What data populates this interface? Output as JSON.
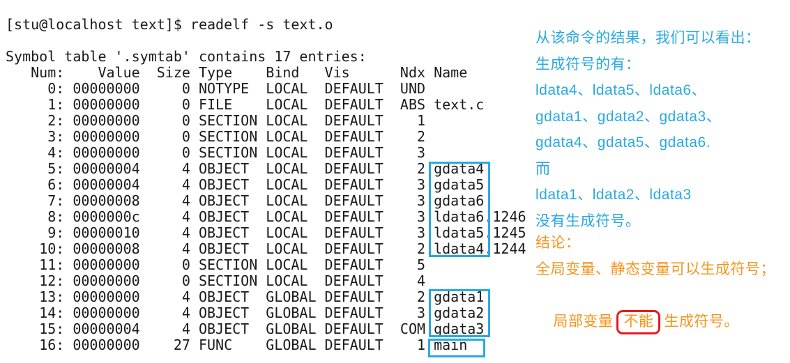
{
  "colors": {
    "background": "#FFFFFF",
    "terminal_text": "#1A1A1A",
    "highlight_box_blue": "#29A9E2",
    "annotation_blue": "#29A9E2",
    "annotation_orange": "#F7941D",
    "emphasis_red": "#E8191F"
  },
  "terminal": {
    "prompt_line": "[stu@localhost text]$ readelf -s text.o",
    "symtab_summary": "Symbol table '.symtab' contains 17 entries:",
    "table_header": "   Num:    Value  Size Type    Bind   Vis      Ndx Name",
    "columns": [
      "Num",
      "Value",
      "Size",
      "Type",
      "Bind",
      "Vis",
      "Ndx",
      "Name"
    ],
    "symbols": [
      {
        "num": 0,
        "value": "00000000",
        "size": 0,
        "type": "NOTYPE",
        "bind": "LOCAL",
        "vis": "DEFAULT",
        "ndx": "UND",
        "name": ""
      },
      {
        "num": 1,
        "value": "00000000",
        "size": 0,
        "type": "FILE",
        "bind": "LOCAL",
        "vis": "DEFAULT",
        "ndx": "ABS",
        "name": "text.c"
      },
      {
        "num": 2,
        "value": "00000000",
        "size": 0,
        "type": "SECTION",
        "bind": "LOCAL",
        "vis": "DEFAULT",
        "ndx": "1",
        "name": ""
      },
      {
        "num": 3,
        "value": "00000000",
        "size": 0,
        "type": "SECTION",
        "bind": "LOCAL",
        "vis": "DEFAULT",
        "ndx": "2",
        "name": ""
      },
      {
        "num": 4,
        "value": "00000000",
        "size": 0,
        "type": "SECTION",
        "bind": "LOCAL",
        "vis": "DEFAULT",
        "ndx": "3",
        "name": ""
      },
      {
        "num": 5,
        "value": "00000004",
        "size": 4,
        "type": "OBJECT",
        "bind": "LOCAL",
        "vis": "DEFAULT",
        "ndx": "2",
        "name": "gdata4"
      },
      {
        "num": 6,
        "value": "00000004",
        "size": 4,
        "type": "OBJECT",
        "bind": "LOCAL",
        "vis": "DEFAULT",
        "ndx": "3",
        "name": "gdata5"
      },
      {
        "num": 7,
        "value": "00000008",
        "size": 4,
        "type": "OBJECT",
        "bind": "LOCAL",
        "vis": "DEFAULT",
        "ndx": "3",
        "name": "gdata6"
      },
      {
        "num": 8,
        "value": "0000000c",
        "size": 4,
        "type": "OBJECT",
        "bind": "LOCAL",
        "vis": "DEFAULT",
        "ndx": "3",
        "name": "ldata6.1246"
      },
      {
        "num": 9,
        "value": "00000010",
        "size": 4,
        "type": "OBJECT",
        "bind": "LOCAL",
        "vis": "DEFAULT",
        "ndx": "3",
        "name": "ldata5.1245"
      },
      {
        "num": 10,
        "value": "00000008",
        "size": 4,
        "type": "OBJECT",
        "bind": "LOCAL",
        "vis": "DEFAULT",
        "ndx": "2",
        "name": "ldata4.1244"
      },
      {
        "num": 11,
        "value": "00000000",
        "size": 0,
        "type": "SECTION",
        "bind": "LOCAL",
        "vis": "DEFAULT",
        "ndx": "5",
        "name": ""
      },
      {
        "num": 12,
        "value": "00000000",
        "size": 0,
        "type": "SECTION",
        "bind": "LOCAL",
        "vis": "DEFAULT",
        "ndx": "4",
        "name": ""
      },
      {
        "num": 13,
        "value": "00000000",
        "size": 4,
        "type": "OBJECT",
        "bind": "GLOBAL",
        "vis": "DEFAULT",
        "ndx": "2",
        "name": "gdata1"
      },
      {
        "num": 14,
        "value": "00000000",
        "size": 4,
        "type": "OBJECT",
        "bind": "GLOBAL",
        "vis": "DEFAULT",
        "ndx": "3",
        "name": "gdata2"
      },
      {
        "num": 15,
        "value": "00000004",
        "size": 4,
        "type": "OBJECT",
        "bind": "GLOBAL",
        "vis": "DEFAULT",
        "ndx": "COM",
        "name": "gdata3"
      },
      {
        "num": 16,
        "value": "00000000",
        "size": 27,
        "type": "FUNC",
        "bind": "GLOBAL",
        "vis": "DEFAULT",
        "ndx": "1",
        "name": "main"
      }
    ]
  },
  "annotation": {
    "blue_lines": [
      "从该命令的结果，我们可以看出：",
      "生成符号的有：",
      "ldata4、ldata5、ldata6、",
      "gdata1、gdata2、gdata3、",
      "gdata4、gdata5、gdata6.",
      "而",
      "ldata1、ldata2、ldata3",
      "没有生成符号。"
    ]
  },
  "conclusion": {
    "heading": "结论：",
    "line1": "全局变量、静态变量可以生成符号；",
    "line2_before": "局部变量",
    "line2_boxed": "不能",
    "line2_after": "生成符号。"
  }
}
